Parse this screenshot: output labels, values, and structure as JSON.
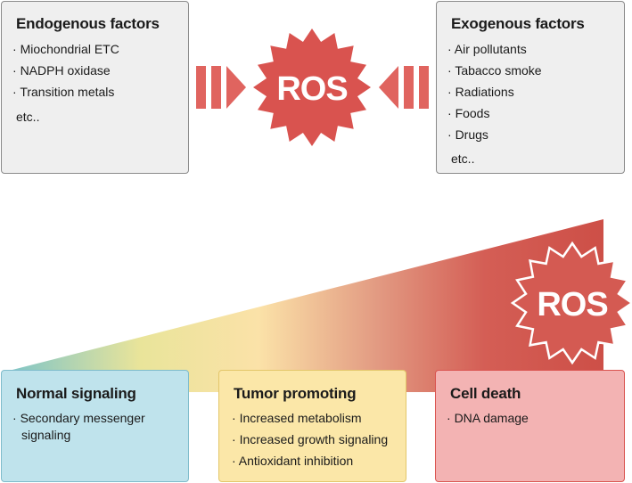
{
  "endogenous": {
    "title": "Endogenous factors",
    "items": [
      "Miochondrial ETC",
      "NADPH oxidase",
      "Transition metals"
    ],
    "etc": "etc.."
  },
  "exogenous": {
    "title": "Exogenous factors",
    "items": [
      "Air pollutants",
      "Tabacco smoke",
      "Radiations",
      "Foods",
      "Drugs"
    ],
    "etc": "etc.."
  },
  "ros_top": "ROS",
  "ros_bottom": "ROS",
  "stages": {
    "normal": {
      "title": "Normal signaling",
      "items": [
        "Secondary messenger",
        "signaling"
      ]
    },
    "tumor": {
      "title": "Tumor promoting",
      "items": [
        "Increased metabolism",
        "Increased growth signaling",
        "Antioxidant inhibition"
      ]
    },
    "death": {
      "title": "Cell death",
      "items": [
        "DNA damage"
      ]
    }
  },
  "colors": {
    "ros_red": "#d9534f",
    "arrow_red": "#e0645f",
    "normal_fill": "#bfe3ec",
    "normal_border": "#7fbccb",
    "tumor_fill": "#fbe7a8",
    "tumor_border": "#e3c66a",
    "death_fill": "#f3b3b3",
    "death_border": "#d9534f"
  }
}
